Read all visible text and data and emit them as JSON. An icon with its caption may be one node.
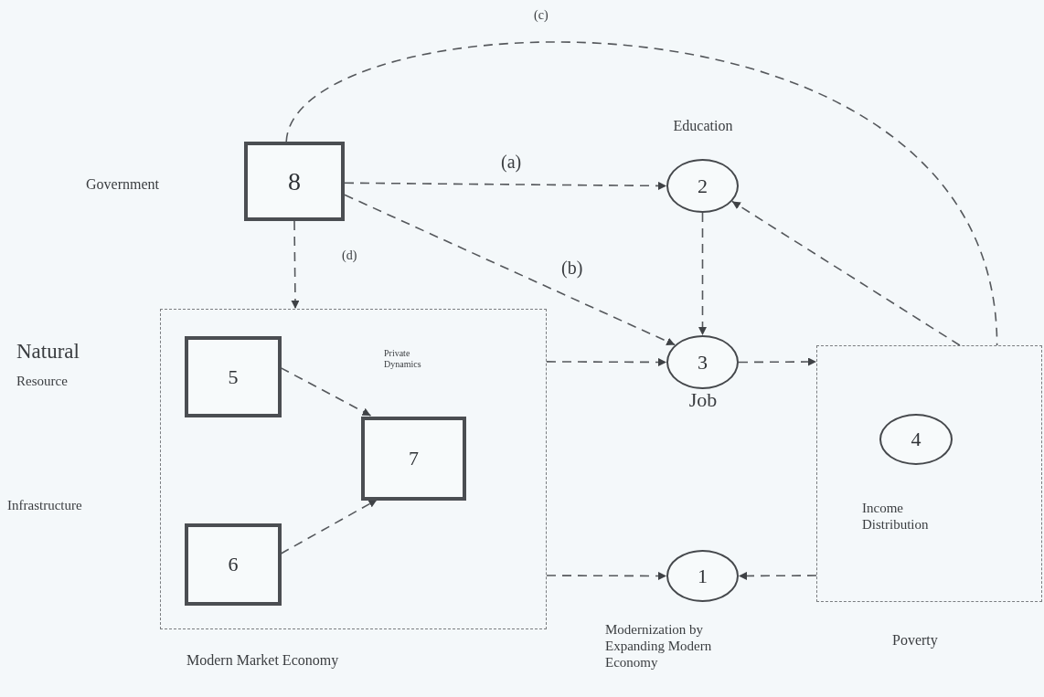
{
  "diagram": {
    "nodes": [
      {
        "text": [
          "8"
        ]
      },
      {
        "text": [
          "2"
        ],
        "beside": [
          "Education"
        ]
      },
      {
        "text": [
          "Modern Market Economy"
        ]
      },
      {
        "text": [
          "5"
        ],
        "in": 2,
        "beside": [
          "Natural",
          "Resource"
        ]
      },
      {
        "text": [
          "7"
        ],
        "in": 2
      },
      {
        "text": [
          "6"
        ],
        "in": 2
      },
      {
        "text": [
          "3"
        ],
        "beside": [
          "Job"
        ]
      },
      {
        "text": [
          "Poverty"
        ]
      },
      {
        "text": [
          "4"
        ],
        "in": 7,
        "beside": [
          "Income Distribution"
        ]
      },
      {
        "text": [
          "1"
        ],
        "beside": [
          "Modernization by Expanding Modern Economy"
        ]
      }
    ],
    "edges": [
      {
        "from": 0,
        "to": 1,
        "arrow": "to",
        "label": "(a)",
        "style": "dashed"
      },
      {
        "from": 0,
        "to": 6,
        "arrow": "to",
        "label": "(b)",
        "style": "dashed"
      },
      {
        "from": 0,
        "to": 7,
        "arrow": "none",
        "label": "(c)",
        "style": "dashed"
      },
      {
        "from": 0,
        "to": 2,
        "arrow": "to",
        "label": "(d)",
        "style": "dashed"
      },
      {
        "from": 1,
        "to": 6,
        "arrow": "to",
        "style": "dashed"
      },
      {
        "from": 7,
        "to": 1,
        "arrow": "to",
        "style": "dashed"
      },
      {
        "from": 2,
        "to": 6,
        "arrow": "to",
        "style": "dashed"
      },
      {
        "from": 6,
        "to": 7,
        "arrow": "to",
        "style": "dashed"
      },
      {
        "from": 2,
        "to": 9,
        "arrow": "to",
        "style": "dashed"
      },
      {
        "from": 7,
        "to": 9,
        "arrow": "to",
        "style": "dashed"
      },
      {
        "from": 3,
        "to": 4,
        "arrow": "to",
        "style": "dashed"
      },
      {
        "from": 5,
        "to": 4,
        "arrow": "to",
        "style": "dashed"
      }
    ],
    "labels": [
      "Government",
      "Private Dynamics",
      "Infrastructure"
    ]
  }
}
